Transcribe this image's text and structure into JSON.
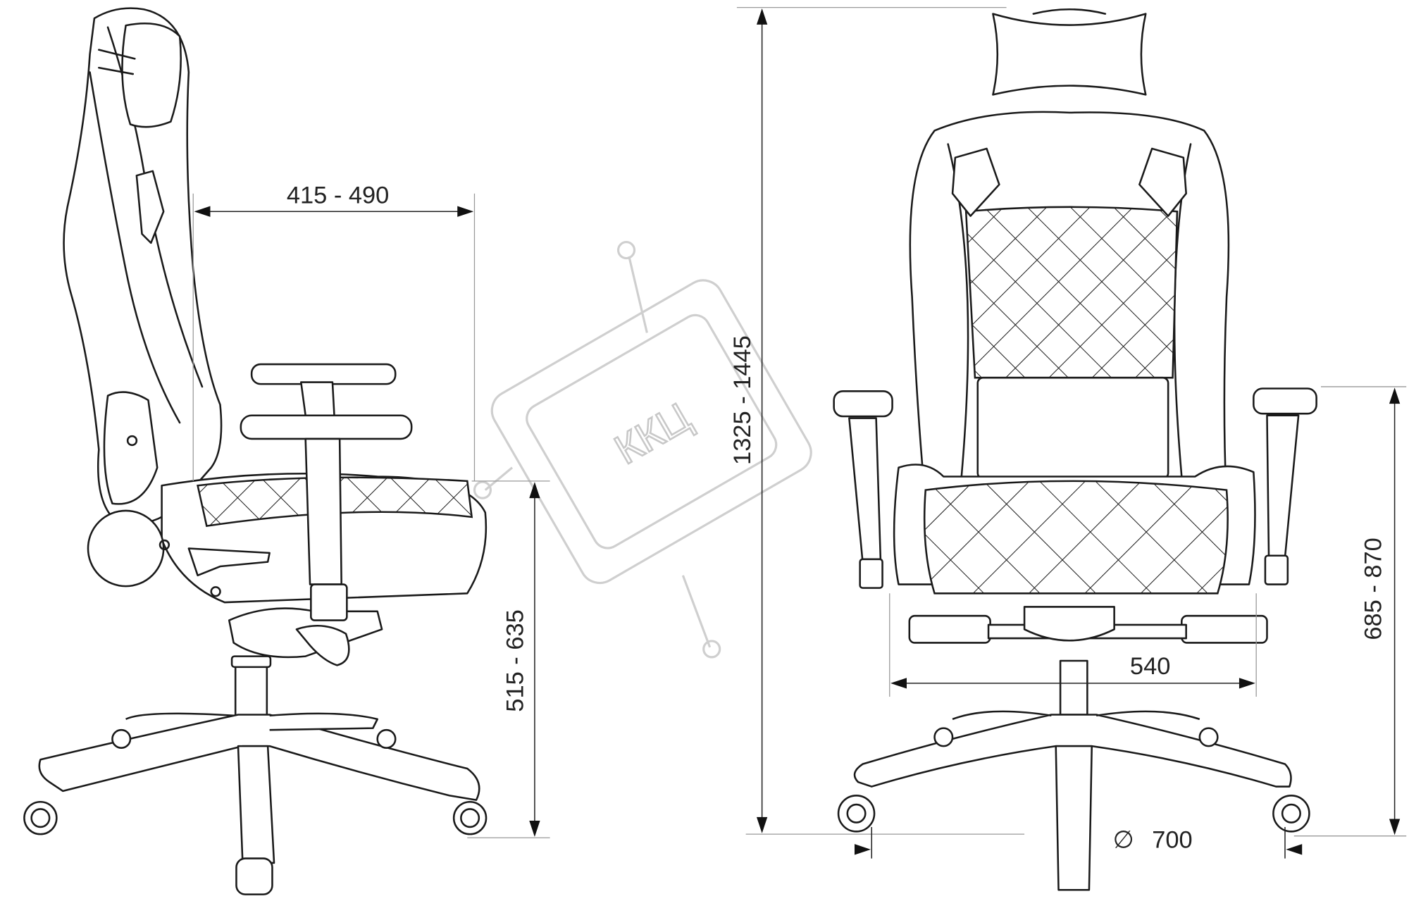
{
  "dimensions": {
    "seat_depth": "415 - 490",
    "total_height": "1325 - 1445",
    "seat_height": "515 - 635",
    "armrest_height": "685 - 870",
    "seat_width": "540",
    "base_diameter_symbol": "∅",
    "base_diameter": "700"
  },
  "watermark": {
    "text": "ККЦ"
  },
  "colors": {
    "line": "#1a1a1a",
    "watermark": "#cfcfcf"
  }
}
